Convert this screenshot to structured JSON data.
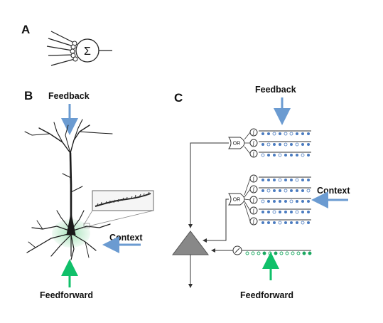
{
  "panels": {
    "a": "A",
    "b": "B",
    "c": "C"
  },
  "point_neuron": {
    "symbol": "Σ"
  },
  "panel_b": {
    "feedback": "Feedback",
    "context": "Context",
    "feedforward": "Feedforward"
  },
  "panel_c": {
    "feedback": "Feedback",
    "context": "Context",
    "feedforward": "Feedforward",
    "or_label": "OR",
    "threshold_symbol": "∫"
  },
  "colors": {
    "feedback_arrow": "#6b9bd1",
    "context_arrow": "#6b9bd1",
    "feedforward_arrow": "#10c06a",
    "dendrite_dots": "#4a7bc0",
    "ff_dots": "#1aa860",
    "soma_glow": "#9fe0b4",
    "soma": "#888888"
  },
  "icons": {
    "or_gate": "or-gate-icon",
    "soma": "triangle-soma-icon",
    "neuron": "pyramidal-neuron-icon"
  }
}
